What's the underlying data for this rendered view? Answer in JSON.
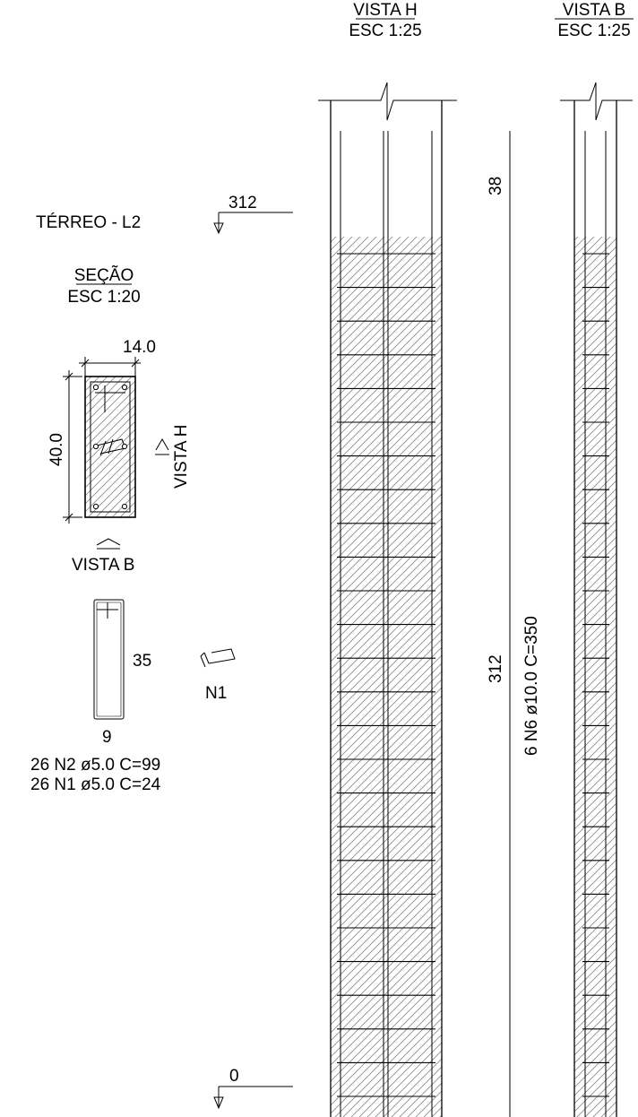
{
  "level": "TÉRREO - L2",
  "elevations": {
    "top": "312",
    "bottom": "0"
  },
  "section": {
    "title": "SEÇÃO",
    "scale": "ESC 1:20",
    "width": "14.0",
    "height": "40.0",
    "view_h_label": "VISTA H",
    "view_b_label": "VISTA B"
  },
  "stirrup_n2": {
    "height": "35",
    "width": "9"
  },
  "stirrup_n1": {
    "label": "N1"
  },
  "schedule": [
    "26 N2 ø5.0 C=99",
    "26 N1 ø5.0 C=24"
  ],
  "view_h": {
    "title": "VISTA H",
    "scale": "ESC 1:25",
    "dim_top": "38",
    "dim_main": "312",
    "bar_label": "6 N6 ø10.0 C=350"
  },
  "view_b": {
    "title": "VISTA B",
    "scale": "ESC 1:25"
  },
  "stirrup_count": 26
}
